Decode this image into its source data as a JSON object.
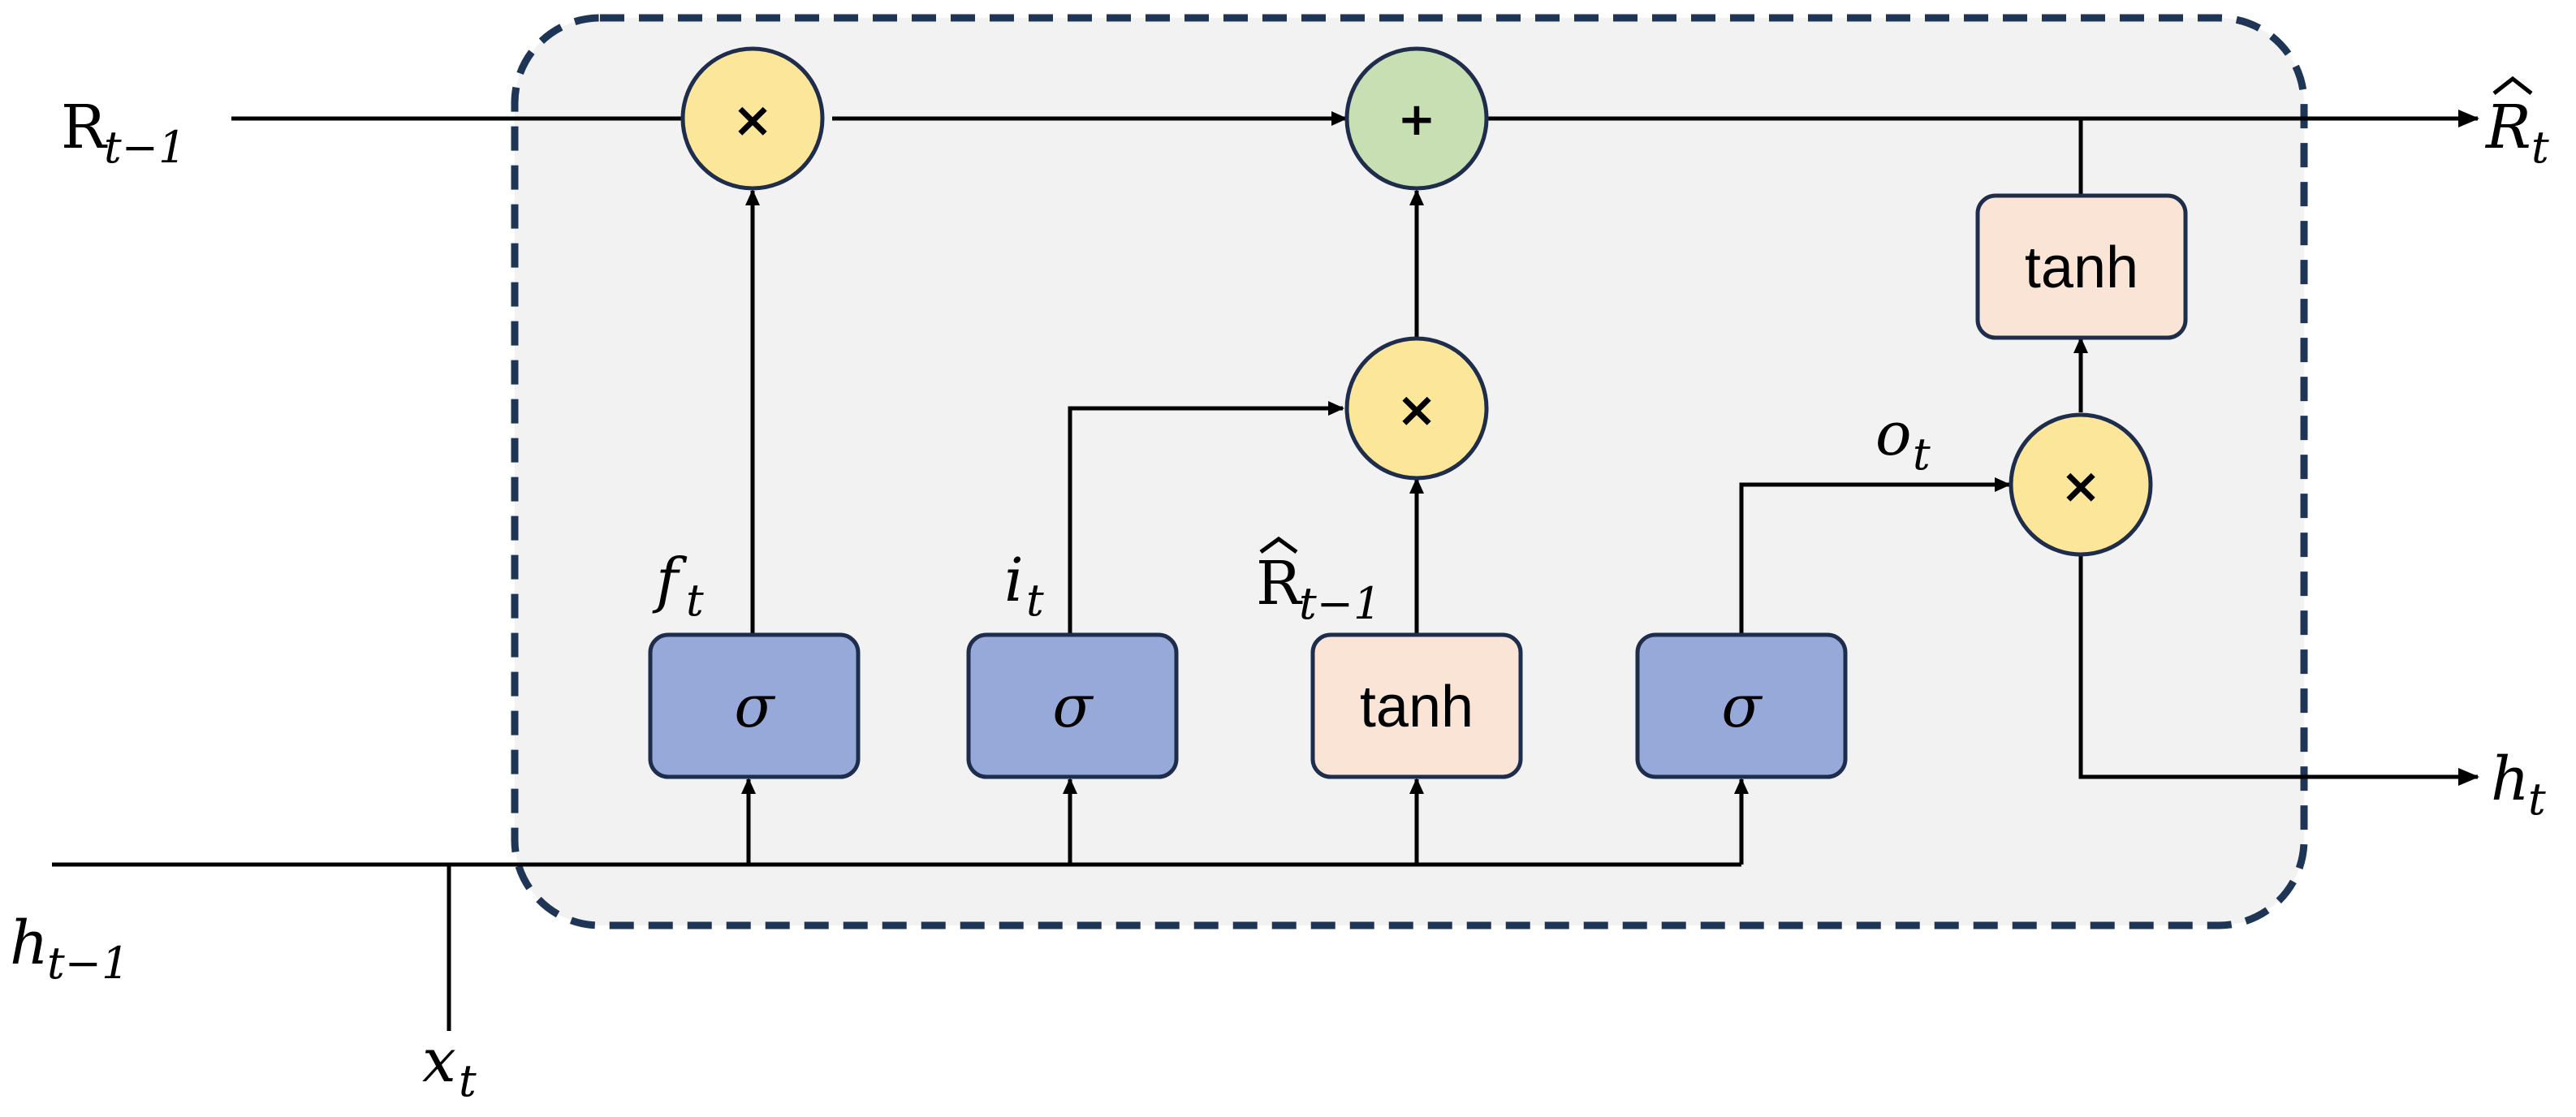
{
  "colors": {
    "cell_border": "#1f3556",
    "cell_fill": "#f2f2f2",
    "sigma_fill": "#97a9d8",
    "tanh_fill": "#f9e4d6",
    "mult_fill": "#fbe69a",
    "add_fill": "#c7dfb3",
    "box_border": "#1f2d4d",
    "line": "#000000"
  },
  "labels": {
    "r_prev": {
      "base": "R",
      "sub": "t−1"
    },
    "r_hat_out": {
      "base": "R",
      "sub": "t"
    },
    "h_out": {
      "base": "h",
      "sub": "t"
    },
    "h_prev": {
      "base": "h",
      "sub": "t−1"
    },
    "x_in": {
      "base": "x",
      "sub": "t"
    },
    "forget_gate": {
      "base": "f",
      "sub": "t"
    },
    "input_gate": {
      "base": "i",
      "sub": "t"
    },
    "candidate": {
      "base": "R",
      "sub": "t−1"
    },
    "output_gate": {
      "base": "o",
      "sub": "t"
    }
  },
  "boxes": {
    "sigma_forget": "σ",
    "sigma_input": "σ",
    "tanh_candidate": "tanh",
    "sigma_output": "σ",
    "tanh_output": "tanh"
  },
  "ops": {
    "mult_forget": "×",
    "add_state": "+",
    "mult_input": "×",
    "mult_output": "×"
  }
}
